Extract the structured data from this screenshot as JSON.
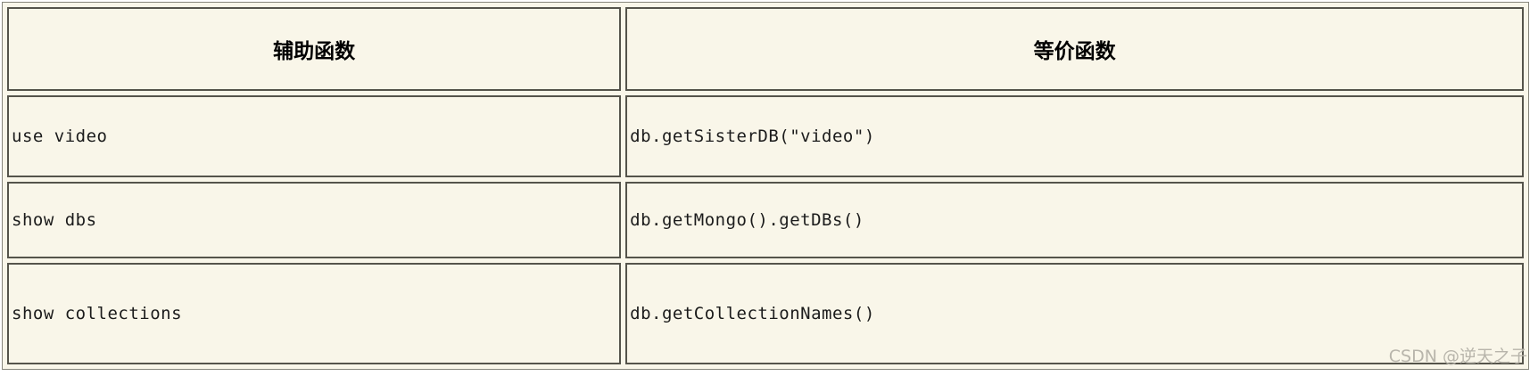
{
  "table": {
    "headers": [
      {
        "label": "辅助函数"
      },
      {
        "label": "等价函数"
      }
    ],
    "rows": [
      {
        "helper": "use video",
        "equivalent": "db.getSisterDB(\"video\")"
      },
      {
        "helper": "show dbs",
        "equivalent": "db.getMongo().getDBs()"
      },
      {
        "helper": "show collections",
        "equivalent": "db.getCollectionNames()"
      }
    ]
  },
  "watermark": {
    "text": "CSDN @逆天之子"
  },
  "colors": {
    "cell_background": "#f9f6e9",
    "cell_border": "#55544b",
    "table_border": "#87867c",
    "watermark_text": "#b8b5ab",
    "page_background": "#ffffff"
  }
}
